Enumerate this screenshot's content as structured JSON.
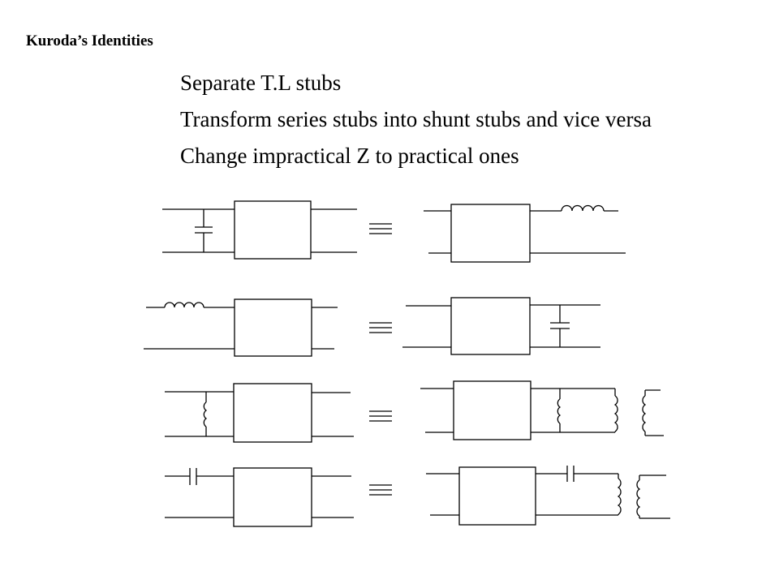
{
  "slide": {
    "title": "Kuroda’s Identities",
    "bullets": [
      "Separate  T.L stubs",
      "Transform series stubs into shunt stubs and vice versa",
      "Change impractical Z to practical ones"
    ]
  },
  "diagram": {
    "rows": [
      {
        "left": "shunt-capacitor",
        "right": "series-inductor"
      },
      {
        "left": "series-inductor",
        "right": "shunt-capacitor"
      },
      {
        "left": "shunt-inductor",
        "right": "shunt-inductor-with-transformer"
      },
      {
        "left": "series-capacitor",
        "right": "series-capacitor-with-transformer"
      }
    ],
    "equivalence_symbol": "identical-to"
  }
}
